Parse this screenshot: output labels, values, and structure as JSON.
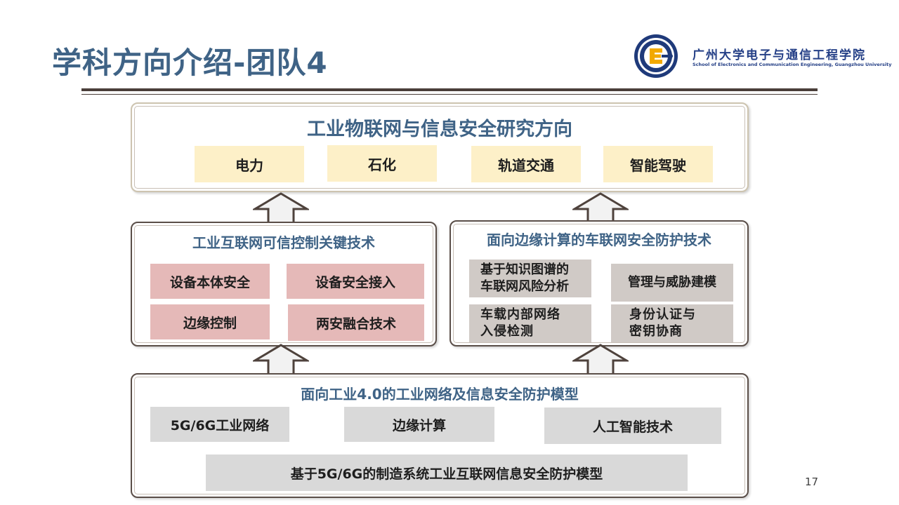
{
  "slide": {
    "title": "学科方向介绍-团队4",
    "page_number": "17"
  },
  "header": {
    "school_name_cn": "广州大学电子与通信工程学院",
    "school_name_en": "School of Electronics and Communication Engineering, Guangzhou University"
  },
  "top_panel": {
    "title": "工业物联网与信息安全研究方向",
    "items": [
      "电力",
      "石化",
      "轨道交通",
      "智能驾驶"
    ]
  },
  "left_panel": {
    "title": "工业互联网可信控制关键技术",
    "items": [
      "设备本体安全",
      "设备安全接入",
      "边缘控制",
      "两安融合技术"
    ]
  },
  "right_panel": {
    "title": "面向边缘计算的车联网安全防护技术",
    "items": [
      {
        "line1": "基于知识图谱的",
        "line2": "车联网风险分析"
      },
      {
        "line1": "管理与威胁建模",
        "line2": ""
      },
      {
        "line1": "车载内部网络",
        "line2": "入侵检测"
      },
      {
        "line1": "身份认证与",
        "line2": "密钥协商"
      }
    ]
  },
  "bottom_panel": {
    "title": "面向工业4.0的工业网络及信息安全防护模型",
    "items": [
      "5G/6G工业网络",
      "边缘计算",
      "人工智能技术"
    ],
    "footer_item": "基于5G/6G的制造系统工业互联网信息安全防护模型"
  },
  "colors": {
    "title_blue": "#3f6386",
    "frame_border": "#5a4e48",
    "yellow_box": "#fdf0c8",
    "pink_box": "#e5b9b8",
    "gray_box": "#d0cac6",
    "light_gray_box": "#d9d9d9"
  }
}
